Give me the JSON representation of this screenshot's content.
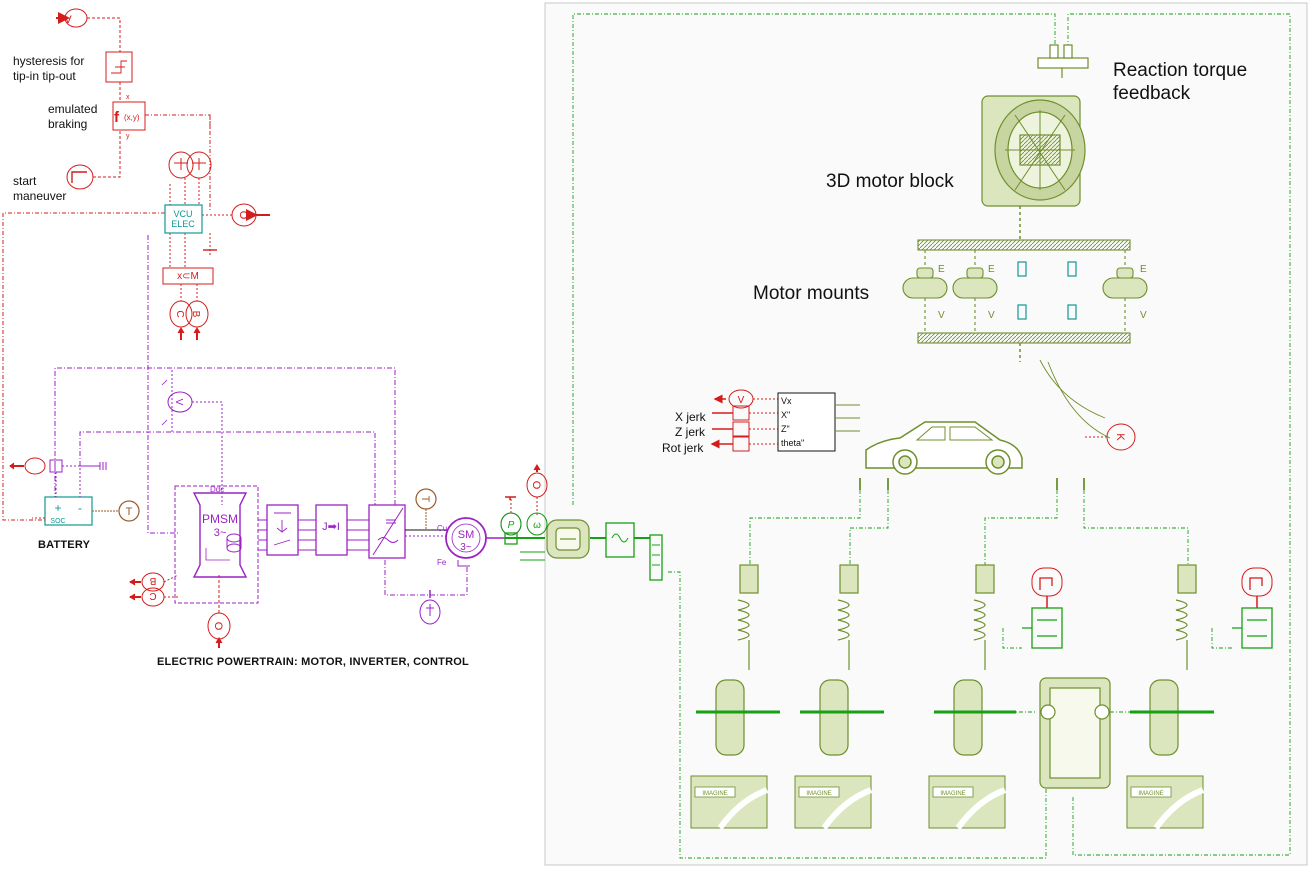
{
  "colors": {
    "control": "#d41c1c",
    "powertrain": "#9b22c4",
    "mechanical": "#6f8f2d",
    "mechanical_fill": "#dbe6be",
    "driveline": "#16a014",
    "thermal": "#9a5a2a",
    "teal": "#0f9a92",
    "frame_border": "#c8c8c8",
    "frame_fill": "#fafafa"
  },
  "control_labels": {
    "hysteresis": "hysteresis for\ntip-in tip-out",
    "emulated_braking": "emulated\nbraking",
    "start_maneuver": "start\nmaneuver"
  },
  "vcu": {
    "line1": "VCU",
    "line2": "ELEC"
  },
  "ports": {
    "vehicle_speed": "V",
    "temperature": "T",
    "battery_a": "B",
    "battery_b": "C",
    "angular_velocity": "ω",
    "power": "P",
    "omega_out": "O",
    "k_sensor": "K",
    "mux": "x⊂M"
  },
  "function_block": {
    "symbol": "f",
    "args": "(x,y)",
    "x": "x",
    "y": "y"
  },
  "battery": {
    "name": "BATTERY",
    "plus": "+",
    "minus": "-",
    "soc": "SOC"
  },
  "pmsm": {
    "name": "PMSM",
    "phases": "3~",
    "dc_label": "Ddc"
  },
  "sm": {
    "name": "SM",
    "phases": "3~",
    "cu": "Cu",
    "fe": "Fe"
  },
  "powertrain_caption": "ELECTRIC POWERTRAIN: MOTOR, INVERTER, CONTROL",
  "annotations": {
    "reaction_torque": "Reaction torque\nfeedback",
    "motor_block": "3D motor block",
    "motor_mounts": "Motor mounts"
  },
  "mounts": {
    "top_labels": [
      "E",
      "E",
      "E"
    ],
    "bottom_labels": [
      "V",
      "V",
      "V"
    ]
  },
  "jerk_block": {
    "outputs": [
      "Vx",
      "X\"",
      "Z\"",
      "theta\""
    ],
    "labels": [
      "X jerk",
      "Z jerk",
      "Rot jerk"
    ]
  },
  "road": {
    "label": "IMAGINE"
  }
}
